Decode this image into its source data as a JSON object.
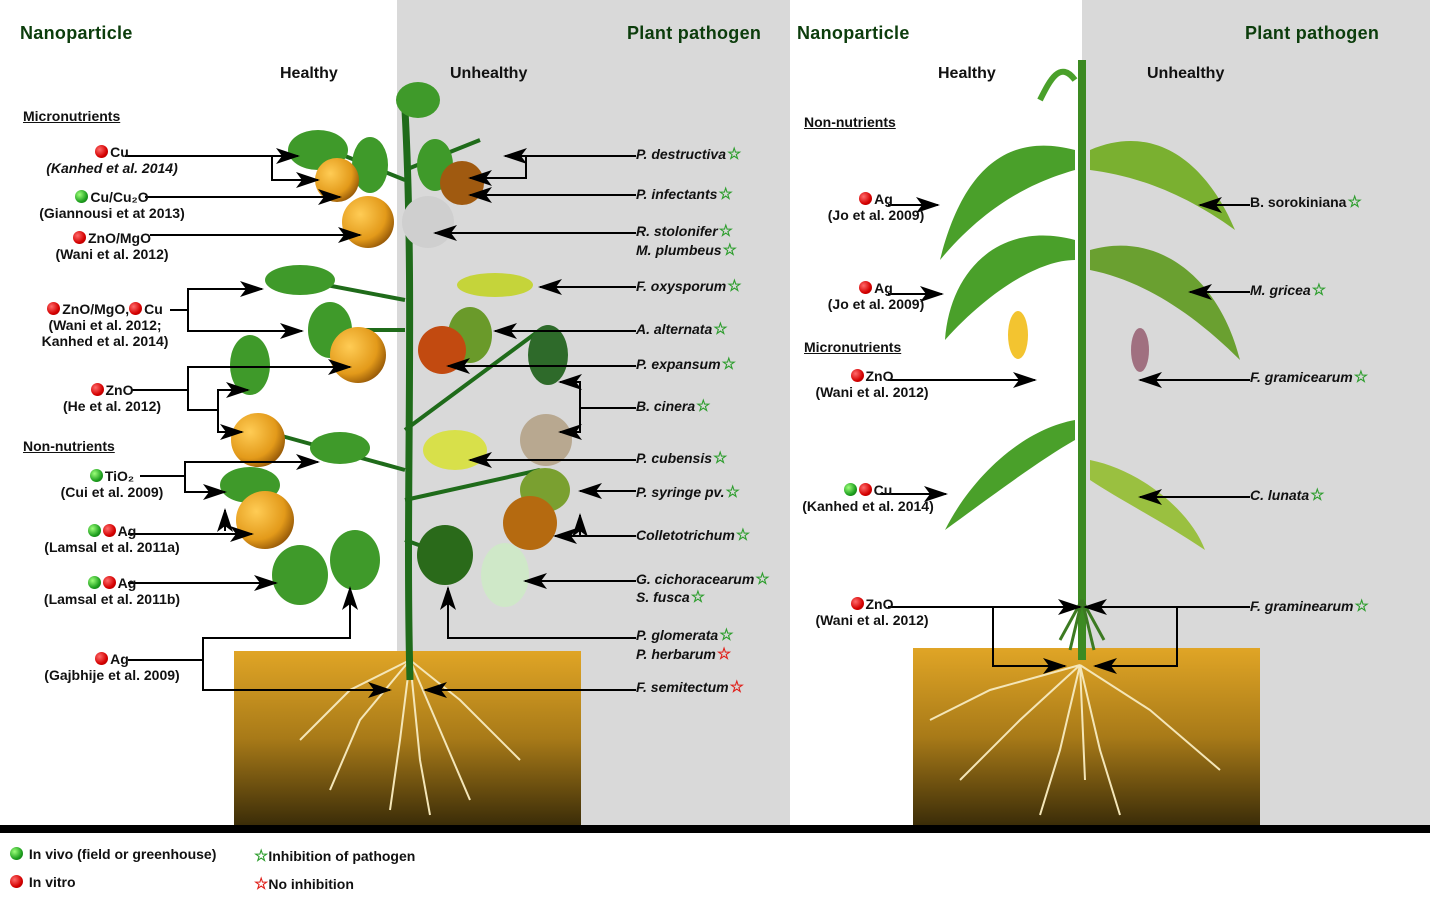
{
  "colors": {
    "in_vivo": "#1fa01f",
    "in_vitro": "#d40000",
    "inhibition_star": "#2e9e2e",
    "no_inhibition_star": "#e0201a",
    "panel_gray": "#d9d9d9"
  },
  "left": {
    "title_nano": "Nanoparticle",
    "title_path": "Plant pathogen",
    "healthy": "Healthy",
    "unhealthy": "Unhealthy",
    "heading_micro": "Micronutrients",
    "heading_non": "Non-nutrients",
    "nanoparticles": [
      {
        "dots": [
          "red"
        ],
        "label": "Cu",
        "cite": "(Kanhed et al. 2014)",
        "italic": true
      },
      {
        "dots": [
          "green"
        ],
        "label": "Cu/Cu₂O",
        "cite": "(Giannousi et at 2013)"
      },
      {
        "dots": [
          "red"
        ],
        "label": "ZnO/MgO",
        "cite": "(Wani et al. 2012)"
      },
      {
        "dots": [
          "red",
          "red"
        ],
        "label": "ZnO/MgO,",
        "label2": "Cu",
        "cite": "(Wani et al. 2012;",
        "cite2": "Kanhed et al. 2014)"
      },
      {
        "dots": [
          "red"
        ],
        "label": "ZnO",
        "cite": "(He et al. 2012)"
      },
      {
        "dots": [
          "green"
        ],
        "label": "TiO₂",
        "cite": "(Cui et al. 2009)"
      },
      {
        "dots": [
          "green",
          "red"
        ],
        "label": "Ag",
        "cite": "(Lamsal et al. 2011a)"
      },
      {
        "dots": [
          "green",
          "red"
        ],
        "label": "Ag",
        "cite": "(Lamsal et al. 2011b)"
      },
      {
        "dots": [
          "red"
        ],
        "label": "Ag",
        "cite": "(Gajbhije et al. 2009)"
      }
    ],
    "pathogens": [
      {
        "name": "P. destructiva",
        "star": "green"
      },
      {
        "name": "P. infectants",
        "star": "green"
      },
      {
        "name": "R. stolonifer",
        "star": "green"
      },
      {
        "name": "M. plumbeus",
        "star": "green"
      },
      {
        "name": "F. oxysporum",
        "star": "green"
      },
      {
        "name": "A. alternata",
        "star": "green"
      },
      {
        "name": "P. expansum",
        "star": "green"
      },
      {
        "name": "B. cinera",
        "star": "green"
      },
      {
        "name": "P. cubensis",
        "star": "green"
      },
      {
        "name": "P. syringe pv.",
        "star": "green"
      },
      {
        "name": "Colletotrichum",
        "star": "green"
      },
      {
        "name": "G. cichoracearum",
        "star": "green"
      },
      {
        "name": "S. fusca",
        "star": "green"
      },
      {
        "name": "P. glomerata",
        "star": "green"
      },
      {
        "name": "P. herbarum",
        "star": "red"
      },
      {
        "name": "F. semitectum",
        "star": "red"
      }
    ]
  },
  "right": {
    "title_nano": "Nanoparticle",
    "title_path": "Plant pathogen",
    "healthy": "Healthy",
    "unhealthy": "Unhealthy",
    "heading_non": "Non-nutrients",
    "heading_micro": "Micronutrients",
    "nanoparticles": [
      {
        "dots": [
          "red"
        ],
        "label": "Ag",
        "cite": "(Jo et al. 2009)"
      },
      {
        "dots": [
          "red"
        ],
        "label": "Ag",
        "cite": "(Jo et al. 2009)"
      },
      {
        "dots": [
          "red"
        ],
        "label": "ZnO",
        "cite": "(Wani et al. 2012)"
      },
      {
        "dots": [
          "green",
          "red"
        ],
        "label": "Cu",
        "cite": "(Kanhed et al. 2014)"
      },
      {
        "dots": [
          "red"
        ],
        "label": "ZnO",
        "cite": "(Wani et al. 2012)"
      }
    ],
    "pathogens": [
      {
        "name": "B. sorokiniana",
        "star": "green"
      },
      {
        "name": "M. gricea",
        "star": "green"
      },
      {
        "name": "F. gramicearum",
        "star": "green"
      },
      {
        "name": "C. lunata",
        "star": "green"
      },
      {
        "name": "F. graminearum",
        "star": "green"
      }
    ]
  },
  "legend": {
    "in_vivo": "In vivo (field or greenhouse)",
    "in_vitro": "In vitro",
    "inhibition": "Inhibition of pathogen",
    "no_inhibition": "No inhibition"
  }
}
